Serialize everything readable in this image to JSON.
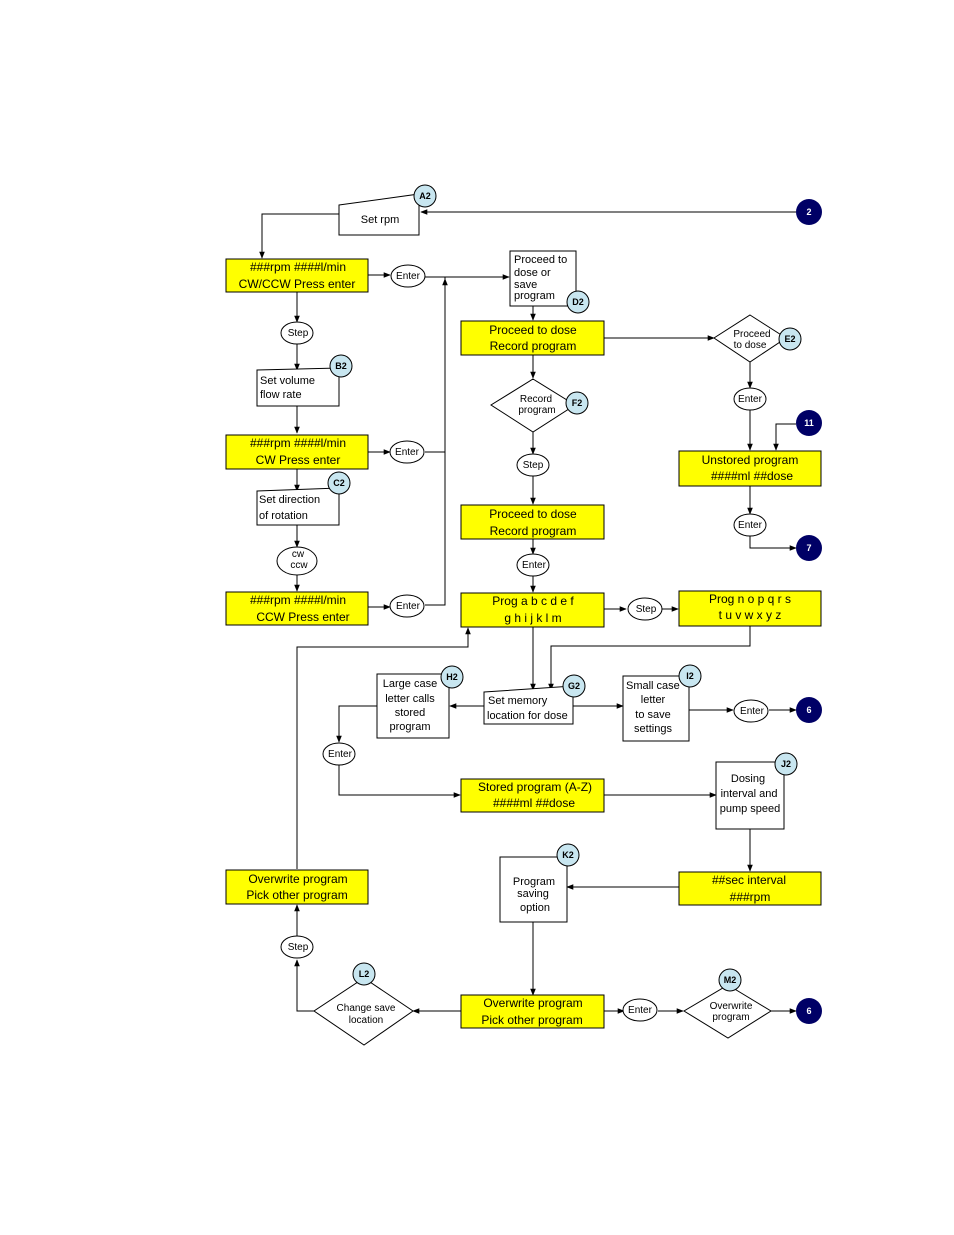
{
  "colors": {
    "yellow": "#ffff00",
    "badge_light": "#c8e6f0",
    "badge_dark": "#000066",
    "stroke": "#000000"
  },
  "yellow_boxes": {
    "rpm_cwccw": [
      "###rpm ####l/min",
      "CW/CCW  Press enter"
    ],
    "rpm_cw": [
      "###rpm ####l/min",
      "CW  Press enter"
    ],
    "rpm_ccw": [
      "###rpm ####l/min",
      "CCW  Press enter"
    ],
    "proceed_record_1": [
      "Proceed to dose",
      "Record program"
    ],
    "proceed_record_2": [
      "Proceed to dose",
      "Record program"
    ],
    "unstored": [
      "Unstored program",
      "####ml  ##dose"
    ],
    "prog_af": [
      "Prog a b c d e f",
      "g h i j k l m"
    ],
    "prog_nz": [
      "Prog n o p q r s",
      "t u v w x y z"
    ],
    "stored": [
      "Stored program (A-Z)",
      "####ml  ##dose"
    ],
    "interval": [
      "##sec interval",
      "###rpm"
    ],
    "overwrite_left": [
      "Overwrite program",
      "Pick other program"
    ],
    "overwrite_bottom": [
      "Overwrite program",
      "Pick other program"
    ]
  },
  "white_boxes": {
    "set_rpm": [
      "Set rpm"
    ],
    "set_volume": [
      "Set volume",
      "flow rate"
    ],
    "set_direction": [
      "Set direction",
      "of rotation"
    ],
    "proceed_to": [
      "Proceed to",
      "dose or",
      "save",
      "program"
    ],
    "large_case": [
      "Large case",
      "letter calls",
      "stored",
      "program"
    ],
    "set_memory": [
      "Set memory",
      "location for dose"
    ],
    "small_case": [
      "Small case",
      "letter",
      "to save",
      "settings"
    ],
    "dosing": [
      "Dosing",
      "interval and",
      "pump speed"
    ],
    "saving": [
      "Program",
      "saving",
      "option"
    ]
  },
  "diamonds": {
    "proceed_dose": [
      "Proceed",
      "to dose"
    ],
    "record_program": [
      "Record",
      "program"
    ],
    "change_save": [
      "Change save",
      "location"
    ],
    "overwrite": [
      "Overwrite",
      "program"
    ]
  },
  "ovals": {
    "enter": "Enter",
    "step": "Step",
    "cw_ccw": [
      "cw",
      "ccw"
    ]
  },
  "badges": {
    "a2": "A2",
    "b2": "B2",
    "c2": "C2",
    "d2": "D2",
    "e2": "E2",
    "f2": "F2",
    "g2": "G2",
    "h2": "H2",
    "i2": "I2",
    "j2": "J2",
    "k2": "K2",
    "l2": "L2",
    "m2": "M2",
    "n2": "2",
    "n11": "11",
    "n7": "7",
    "n6a": "6",
    "n6b": "6"
  }
}
